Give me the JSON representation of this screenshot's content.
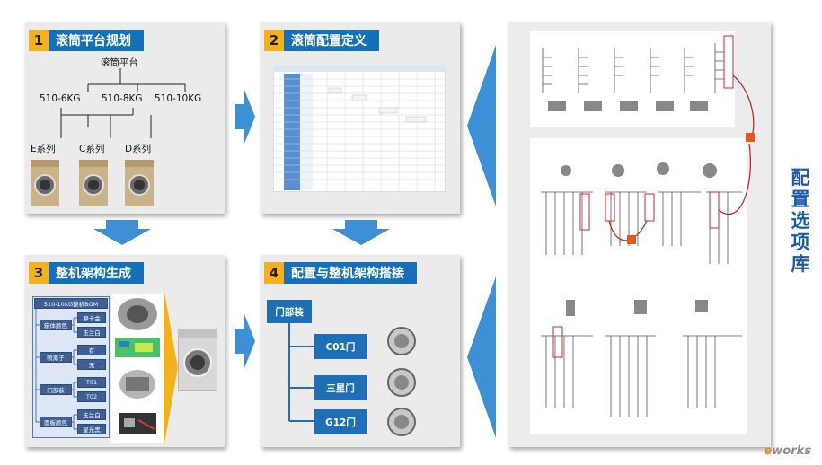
{
  "panels": {
    "p1": {
      "num": "1",
      "title": "滚筒平台规划"
    },
    "p2": {
      "num": "2",
      "title": "滚筒配置定义"
    },
    "p3": {
      "num": "3",
      "title": "整机架构生成"
    },
    "p4": {
      "num": "4",
      "title": "配置与整机架构搭接"
    }
  },
  "platform": {
    "root": "滚筒平台",
    "capacities": [
      "510-6KG",
      "510-8KG",
      "510-10KG"
    ],
    "series": [
      "E系列",
      "C系列",
      "D系列"
    ]
  },
  "bom": {
    "title": "510-10KG整机BOM",
    "groups": [
      {
        "label": "箱体颜色",
        "options": [
          "摩卡金",
          "玉兰白"
        ]
      },
      {
        "label": "喷离子",
        "options": [
          "有",
          "无"
        ]
      },
      {
        "label": "门部装",
        "options": [
          "T01",
          "T02"
        ]
      },
      {
        "label": "面板颜色",
        "options": [
          "玉兰白",
          "星光黑"
        ]
      }
    ]
  },
  "door": {
    "root": "门部装",
    "items": [
      "C01门",
      "三星门",
      "G12门"
    ]
  },
  "side_title": "配置选项库",
  "watermark": {
    "prefix": "e",
    "suffix": "works"
  },
  "colors": {
    "panel_title": "#1370b9",
    "badge": "#f3b21b",
    "arrow": "#3d8fd6",
    "side_title": "#1a5aa8"
  }
}
